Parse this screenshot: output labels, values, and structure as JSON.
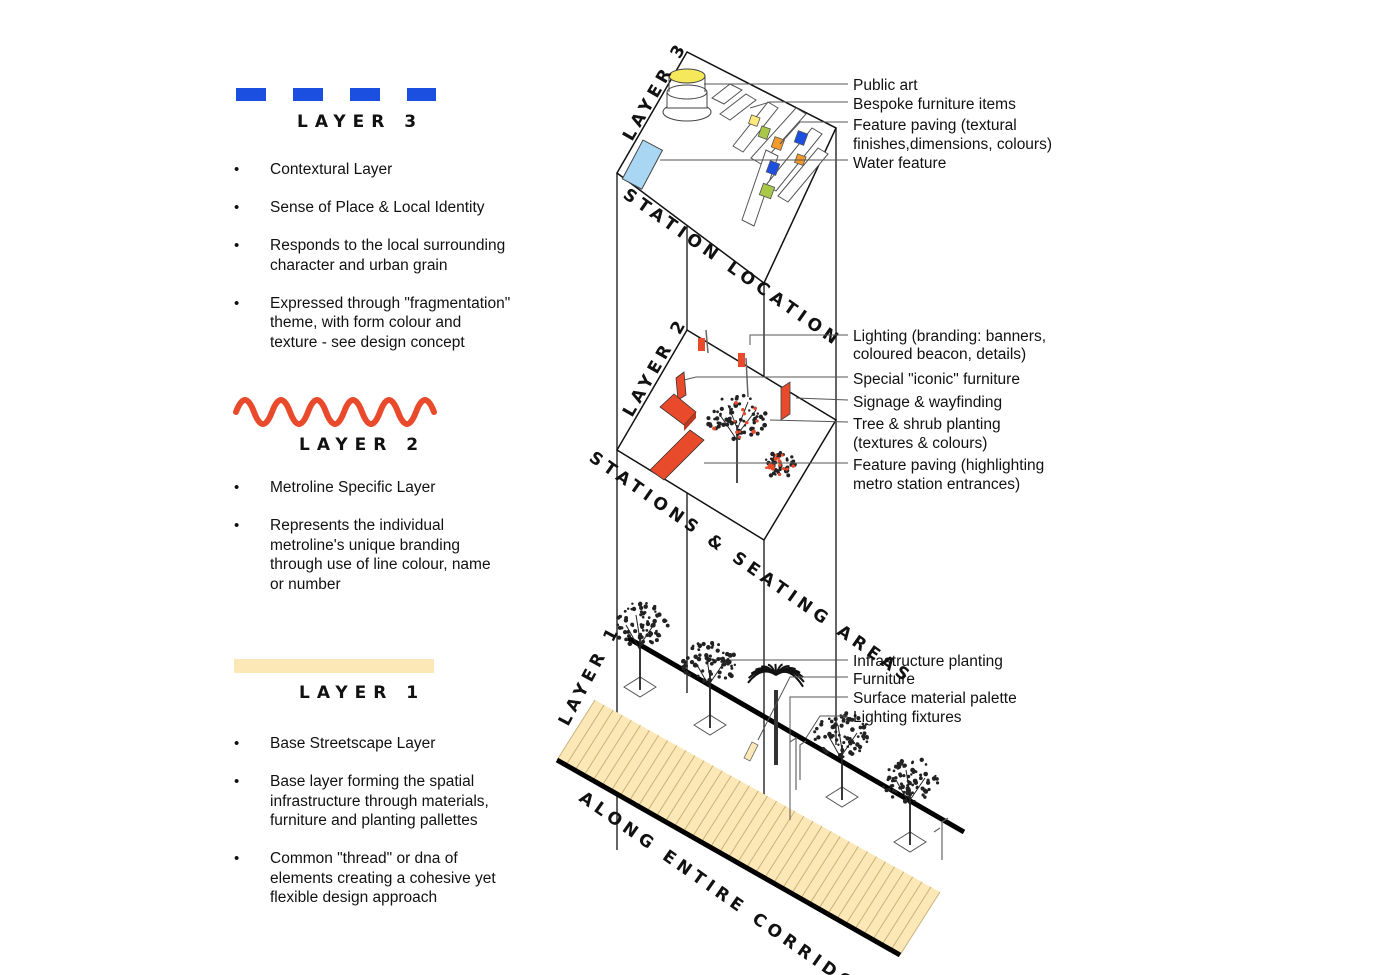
{
  "legend": {
    "layer3": {
      "title": "LAYER 3",
      "swatch_color": "#1a4fe0",
      "bullets": [
        "Contextural Layer",
        "Sense of Place & Local Identity",
        "Responds to the local surrounding\ncharacter and urban grain",
        "Expressed through \"fragmentation\"\ntheme, with form colour and\ntexture - see design concept"
      ]
    },
    "layer2": {
      "title": "LAYER 2",
      "swatch_color": "#e84a2b",
      "bullets": [
        "Metroline Specific Layer",
        "Represents the individual\nmetroline's unique branding\nthrough use of line colour, name\nor number"
      ]
    },
    "layer1": {
      "title": "LAYER 1",
      "swatch_color": "#fbe8b6",
      "bullets": [
        "Base Streetscape Layer",
        "Base layer forming the spatial\ninfrastructure through materials,\nfurniture and planting pallettes",
        "Common \"thread\" or dna of\nelements creating a cohesive yet\nflexible design approach"
      ]
    }
  },
  "diagram": {
    "plane3": {
      "side_label": "LAYER 3",
      "edge_label": "STATION LOCATION",
      "callouts": [
        "Public art",
        "Bespoke furniture items",
        "Feature paving (textural",
        "finishes,dimensions, colours)",
        "Water feature"
      ]
    },
    "plane2": {
      "side_label": "LAYER 2",
      "edge_label": "STATIONS & SEATING AREAS",
      "callouts": [
        "Lighting (branding: banners,",
        "coloured beacon, details)",
        "Special \"iconic\" furniture",
        "Signage & wayfinding",
        "Tree & shrub planting",
        "(textures & colours)",
        "Feature paving (highlighting",
        "metro station entrances)"
      ]
    },
    "plane1": {
      "side_label": "LAYER 1",
      "edge_label": "ALONG ENTIRE CORRIDORS",
      "callouts": [
        "Infrastructure planting",
        "Furniture",
        "Surface material palette",
        "Lighting fixtures"
      ]
    },
    "colors": {
      "accent_blue": "#1a4fe0",
      "accent_red": "#e84a2b",
      "accent_orange": "#f39a2c",
      "accent_green": "#a9c84a",
      "water": "#a9d6f2",
      "public_art_yellow": "#f5e85a",
      "paving_cream": "#fbe8b6"
    }
  }
}
